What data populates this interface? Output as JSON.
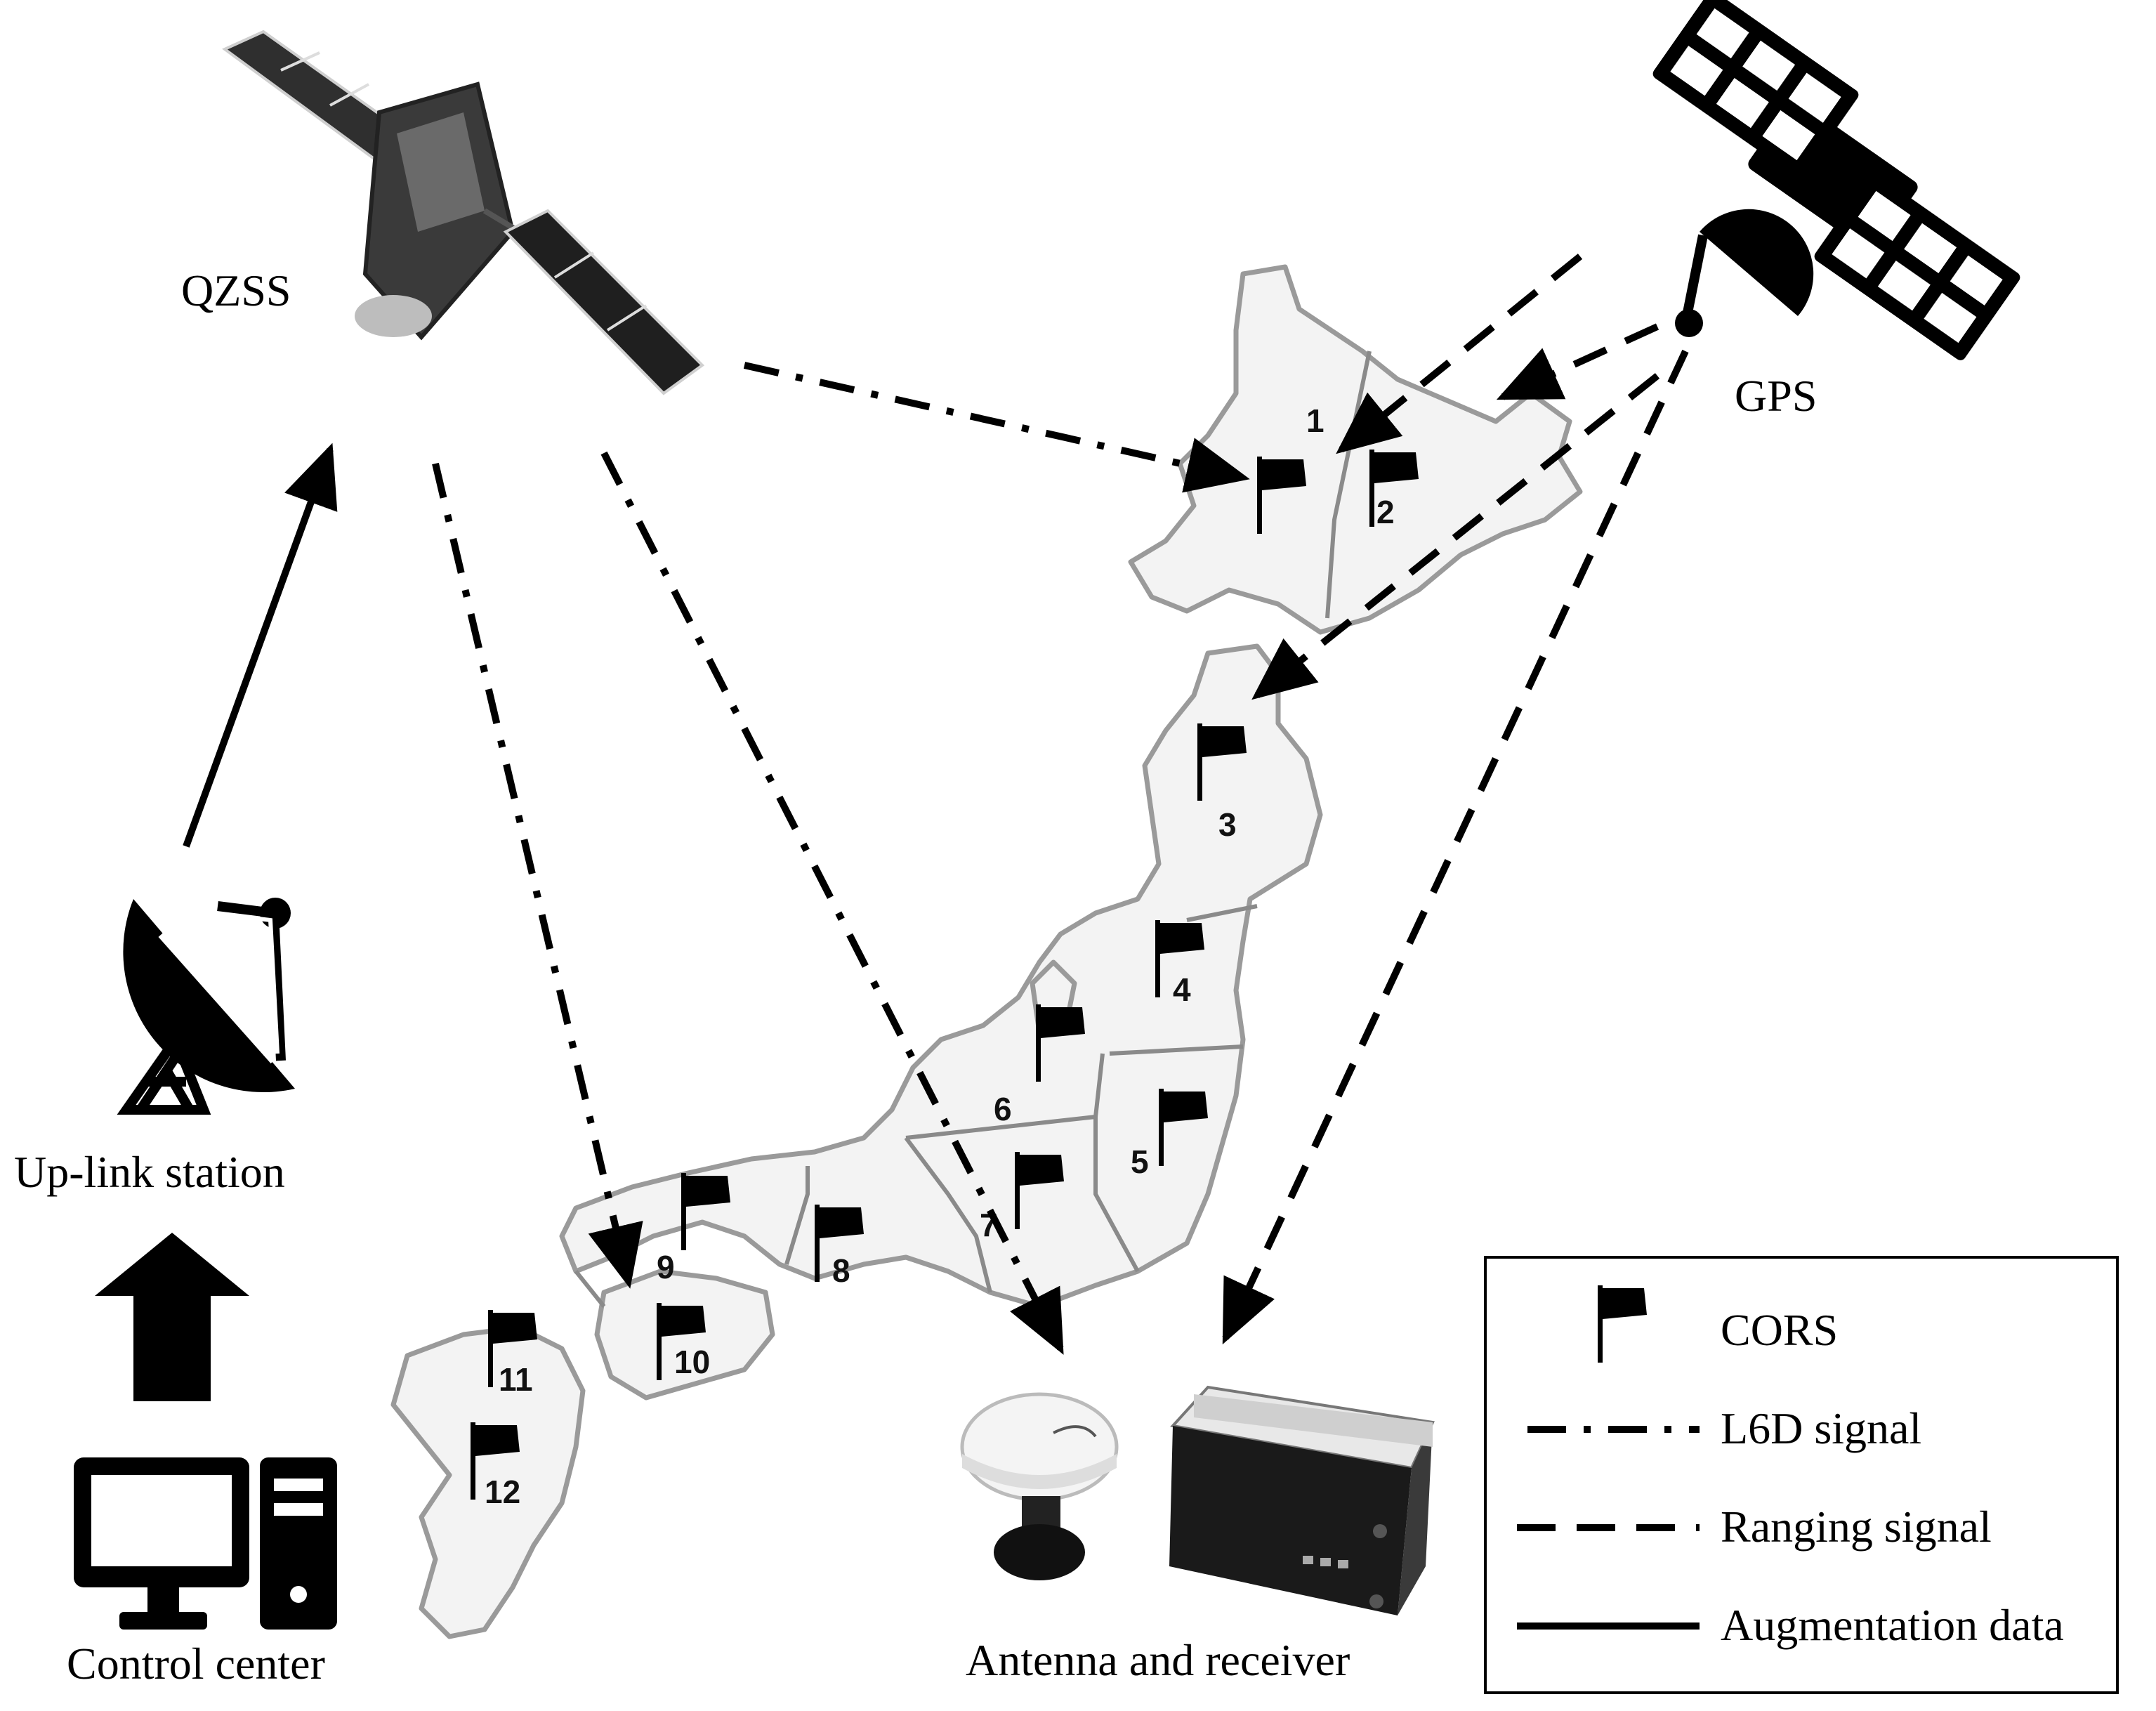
{
  "labels": {
    "qzss": "QZSS",
    "gps": "GPS",
    "uplink": "Up-link station",
    "control": "Control center",
    "antenna_receiver": "Antenna and receiver"
  },
  "regions": [
    "1",
    "2",
    "3",
    "4",
    "5",
    "6",
    "7",
    "8",
    "9",
    "10",
    "11",
    "12"
  ],
  "legend": {
    "cors": "CORS",
    "l6d": "L6D signal",
    "ranging": "Ranging signal",
    "augmentation": "Augmentation data"
  },
  "icons": [
    "qzss-satellite-icon",
    "gps-satellite-icon",
    "uplink-dish-icon",
    "computer-icon",
    "gnss-antenna-icon",
    "gnss-receiver-icon",
    "flag-icon"
  ]
}
